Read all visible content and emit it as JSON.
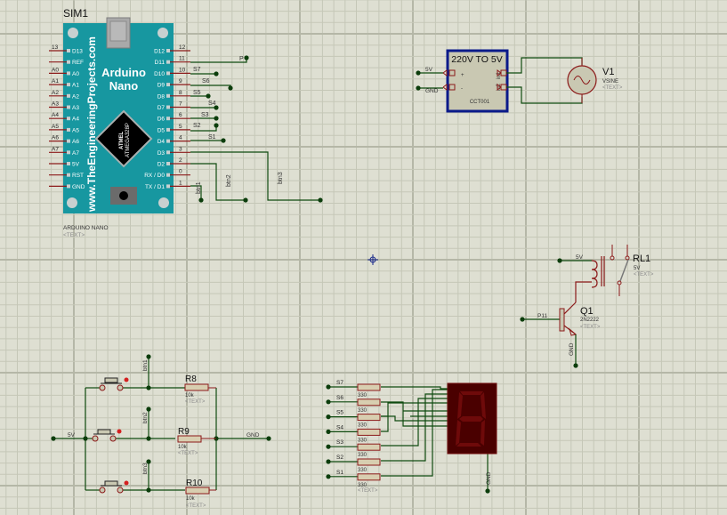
{
  "canvas": {
    "background": "#dedfd2",
    "grid_minor_color": "#c5c7b7",
    "grid_major_color": "#b5b7a7",
    "wire_color": "#0f4a0f",
    "pin_color": "#8c1a1a",
    "junction_color": "#0c3d0c",
    "origin_marker": "crosshair-origin"
  },
  "arduino": {
    "ref": "SIM1",
    "title_line1": "Arduino",
    "title_line2": "Nano",
    "watermark": "www.TheEngineeringProjects.com",
    "chip_line1": "ATMEL",
    "chip_line2": "ATMEGA328P",
    "part_name": "ARDUINO NANO",
    "text_placeholder": "<TEXT>",
    "body_color": "#1797a0",
    "left_pins": [
      {
        "num": "13",
        "label": "D13"
      },
      {
        "num": "",
        "label": "REF"
      },
      {
        "num": "A0",
        "label": "A0"
      },
      {
        "num": "A1",
        "label": "A1"
      },
      {
        "num": "A2",
        "label": "A2"
      },
      {
        "num": "A3",
        "label": "A3"
      },
      {
        "num": "A4",
        "label": "A4"
      },
      {
        "num": "A5",
        "label": "A5"
      },
      {
        "num": "A6",
        "label": "A6"
      },
      {
        "num": "A7",
        "label": "A7"
      },
      {
        "num": "",
        "label": "5V"
      },
      {
        "num": "",
        "label": "RST"
      },
      {
        "num": "",
        "label": "GND"
      }
    ],
    "right_pins": [
      {
        "num": "12",
        "label": "D12",
        "net": ""
      },
      {
        "num": "11",
        "label": "D11",
        "net": "P"
      },
      {
        "num": "10",
        "label": "D10",
        "net": "S7"
      },
      {
        "num": "9",
        "label": "D9",
        "net": "S6"
      },
      {
        "num": "8",
        "label": "D8",
        "net": "S5"
      },
      {
        "num": "7",
        "label": "D7",
        "net": "S4"
      },
      {
        "num": "6",
        "label": "D6",
        "net": "S3"
      },
      {
        "num": "5",
        "label": "D5",
        "net": "S2"
      },
      {
        "num": "4",
        "label": "D4",
        "net": "S1"
      },
      {
        "num": "3",
        "label": "D3",
        "net": "btn3"
      },
      {
        "num": "2",
        "label": "D2",
        "net": "btn2"
      },
      {
        "num": "0",
        "label": "RX / D0",
        "net": ""
      },
      {
        "num": "1",
        "label": "TX / D1",
        "net": "btn1"
      }
    ]
  },
  "converter": {
    "title": "220V TO 5V",
    "part": "CCT001",
    "pin_plus": "+",
    "pin_minus": "-",
    "pin_in1": "in1",
    "pin_in2": "in2",
    "net_5v": "5V",
    "net_gnd": "GND"
  },
  "source": {
    "ref": "V1",
    "part": "VSINE",
    "text_placeholder": "<TEXT>"
  },
  "relay": {
    "ref": "RL1",
    "value": "5V",
    "text_placeholder": "<TEXT>",
    "net_5v": "5V"
  },
  "transistor": {
    "ref": "Q1",
    "part": "2N2222",
    "text_placeholder": "<TEXT>",
    "net_base": "P11",
    "net_emitter": "GND"
  },
  "buttons": {
    "net_supply": "5V",
    "net_ground": "GND",
    "rows": [
      {
        "net": "btn1",
        "res_ref": "R8",
        "res_value": "10k",
        "text_placeholder": "<TEXT>"
      },
      {
        "net": "btn2",
        "res_ref": "R9",
        "res_value": "10k",
        "text_placeholder": "<TEXT>"
      },
      {
        "net": "btn3",
        "res_ref": "R10",
        "res_value": "10k",
        "text_placeholder": "<TEXT>"
      }
    ]
  },
  "display": {
    "segment_resistors": [
      {
        "net": "S7",
        "value": "330"
      },
      {
        "net": "S6",
        "value": "330"
      },
      {
        "net": "S5",
        "value": "330"
      },
      {
        "net": "S4",
        "value": "330"
      },
      {
        "net": "S3",
        "value": "330"
      },
      {
        "net": "S2",
        "value": "330"
      },
      {
        "net": "S1",
        "value": "330"
      }
    ],
    "text_placeholder": "<TEXT>",
    "net_common": "GND",
    "body_color": "#4a0000",
    "segment_color": "#6e0a0a"
  }
}
